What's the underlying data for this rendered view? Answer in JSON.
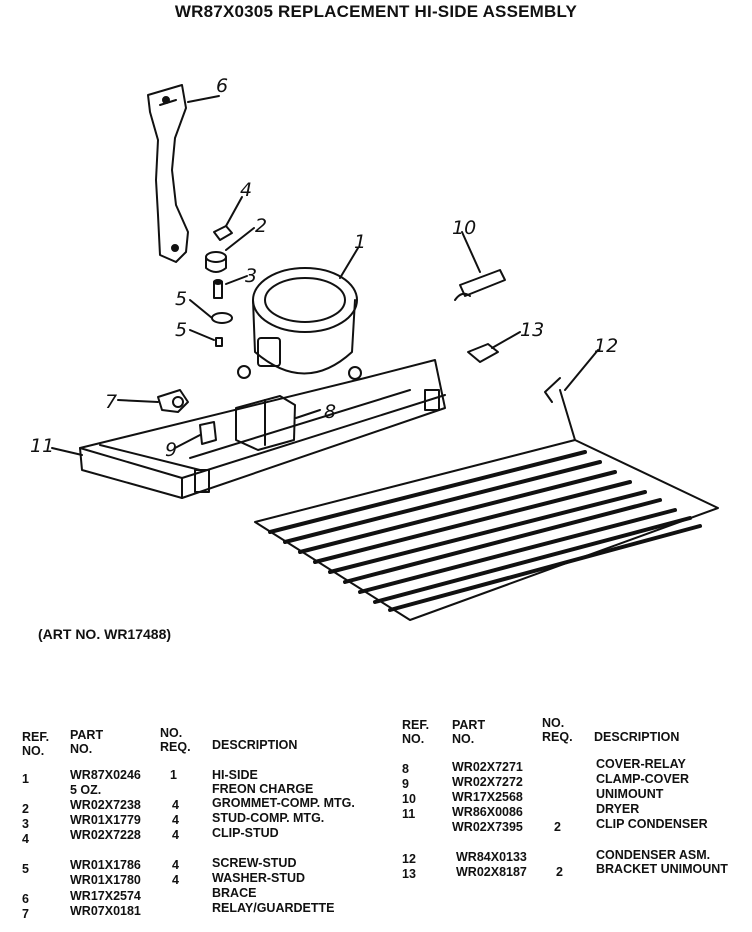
{
  "title": "WR87X0305 REPLACEMENT HI-SIDE ASSEMBLY",
  "art_no": "(ART NO. WR17488)",
  "callouts": [
    "1",
    "2",
    "3",
    "4",
    "5",
    "5",
    "6",
    "7",
    "8",
    "9",
    "10",
    "11",
    "12",
    "13"
  ],
  "table_headers": {
    "ref": [
      "REF.",
      "NO."
    ],
    "part": [
      "PART",
      "NO."
    ],
    "req": [
      "NO.",
      "REQ."
    ],
    "desc": "DESCRIPTION"
  },
  "left_rows": [
    {
      "ref": "1",
      "part": "WR87X0246",
      "req": "1",
      "desc": "HI-SIDE"
    },
    {
      "ref": "",
      "part": "5 OZ.",
      "req": "",
      "desc": "FREON CHARGE"
    },
    {
      "ref": "2",
      "part": "WR02X7238",
      "req": "4",
      "desc": "GROMMET-COMP. MTG."
    },
    {
      "ref": "3",
      "part": "WR01X1779",
      "req": "4",
      "desc": "STUD-COMP. MTG."
    },
    {
      "ref": "4",
      "part": "WR02X7228",
      "req": "4",
      "desc": "CLIP-STUD"
    },
    {
      "ref": "5",
      "part": "WR01X1786",
      "req": "4",
      "desc": "SCREW-STUD"
    },
    {
      "ref": "",
      "part": "WR01X1780",
      "req": "4",
      "desc": "WASHER-STUD"
    },
    {
      "ref": "6",
      "part": "WR17X2574",
      "req": "",
      "desc": "BRACE"
    },
    {
      "ref": "7",
      "part": "WR07X0181",
      "req": "",
      "desc": "RELAY/GUARDETTE"
    }
  ],
  "right_rows": [
    {
      "ref": "8",
      "part": "WR02X7271",
      "req": "",
      "desc": "COVER-RELAY"
    },
    {
      "ref": "9",
      "part": "WR02X7272",
      "req": "",
      "desc": "CLAMP-COVER"
    },
    {
      "ref": "10",
      "part": "WR17X2568",
      "req": "",
      "desc": "UNIMOUNT"
    },
    {
      "ref": "11",
      "part": "WR86X0086",
      "req": "",
      "desc": "DRYER"
    },
    {
      "ref": "",
      "part": "WR02X7395",
      "req": "2",
      "desc": "CLIP CONDENSER"
    },
    {
      "ref": "12",
      "part": "WR84X0133",
      "req": "",
      "desc": "CONDENSER ASM."
    },
    {
      "ref": "13",
      "part": "WR02X8187",
      "req": "2",
      "desc": "BRACKET UNIMOUNT"
    }
  ]
}
